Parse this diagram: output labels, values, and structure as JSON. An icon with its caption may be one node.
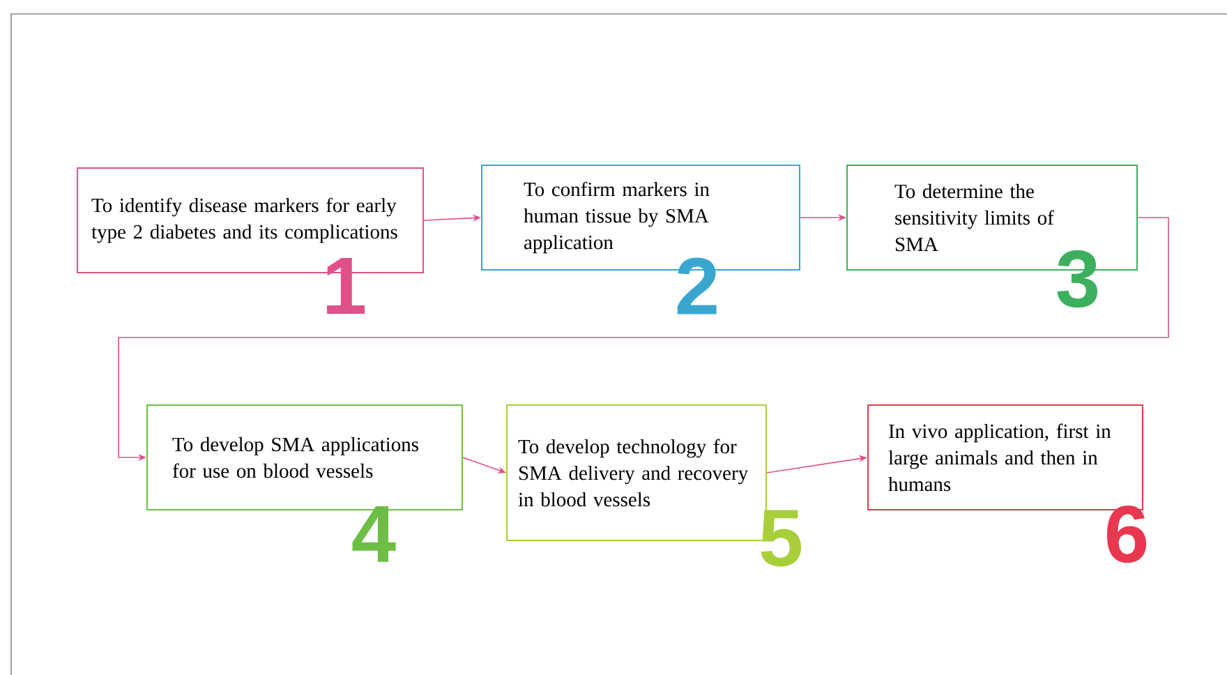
{
  "diagram": {
    "nodes": [
      {
        "text": [
          "To identify disease markers for early type 2 diabetes and its complications",
          "1"
        ]
      },
      {
        "text": [
          "To confirm markers in human tissue by SMA application",
          "2"
        ]
      },
      {
        "text": [
          "To determine the sensitivity limits of SMA",
          "3"
        ]
      },
      {
        "text": [
          "To develop SMA applications for use on blood vessels",
          "4"
        ]
      },
      {
        "text": [
          "To develop technology for SMA delivery and recovery in blood vessels",
          "5"
        ]
      },
      {
        "text": [
          "In vivo application, first in large animals and then in humans",
          "6"
        ]
      }
    ],
    "edges": [
      {
        "from": 0,
        "to": 1,
        "arrow": "to"
      },
      {
        "from": 1,
        "to": 2,
        "arrow": "to"
      },
      {
        "from": 2,
        "to": 3,
        "arrow": "to"
      },
      {
        "from": 3,
        "to": 4,
        "arrow": "to"
      },
      {
        "from": 4,
        "to": 5,
        "arrow": "to"
      }
    ]
  }
}
